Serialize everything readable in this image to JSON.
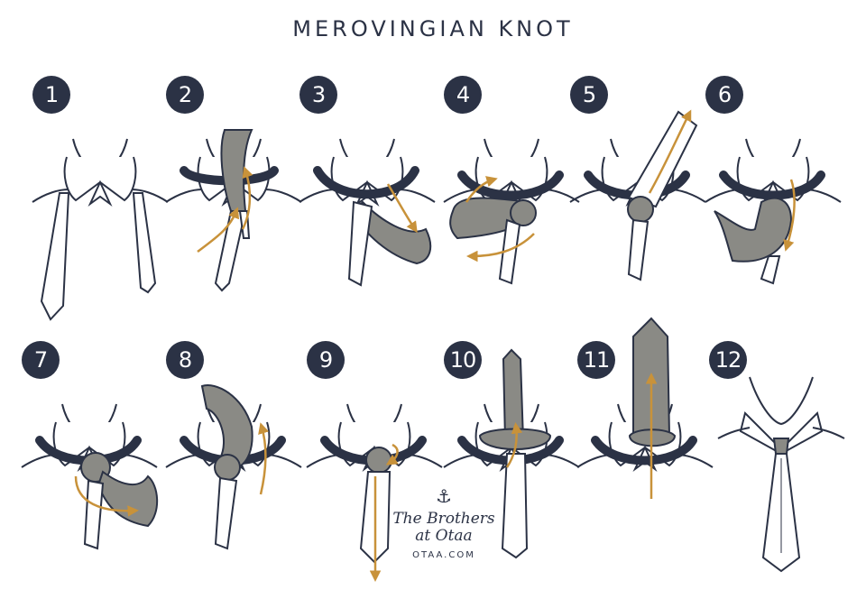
{
  "title": "MEROVINGIAN KNOT",
  "steps": [
    {
      "number": "1"
    },
    {
      "number": "2"
    },
    {
      "number": "3"
    },
    {
      "number": "4"
    },
    {
      "number": "5"
    },
    {
      "number": "6"
    },
    {
      "number": "7"
    },
    {
      "number": "8"
    },
    {
      "number": "9"
    },
    {
      "number": "10"
    },
    {
      "number": "11"
    },
    {
      "number": "12"
    }
  ],
  "brand": {
    "name_line1": "The Brothers",
    "name_line2": "at Otaa",
    "website": "OTAA.COM",
    "logo_icon": "anchor-icon"
  },
  "colors": {
    "ink": "#2b3245",
    "arrow": "#c8923a",
    "tie_back": "#8a8a85"
  }
}
